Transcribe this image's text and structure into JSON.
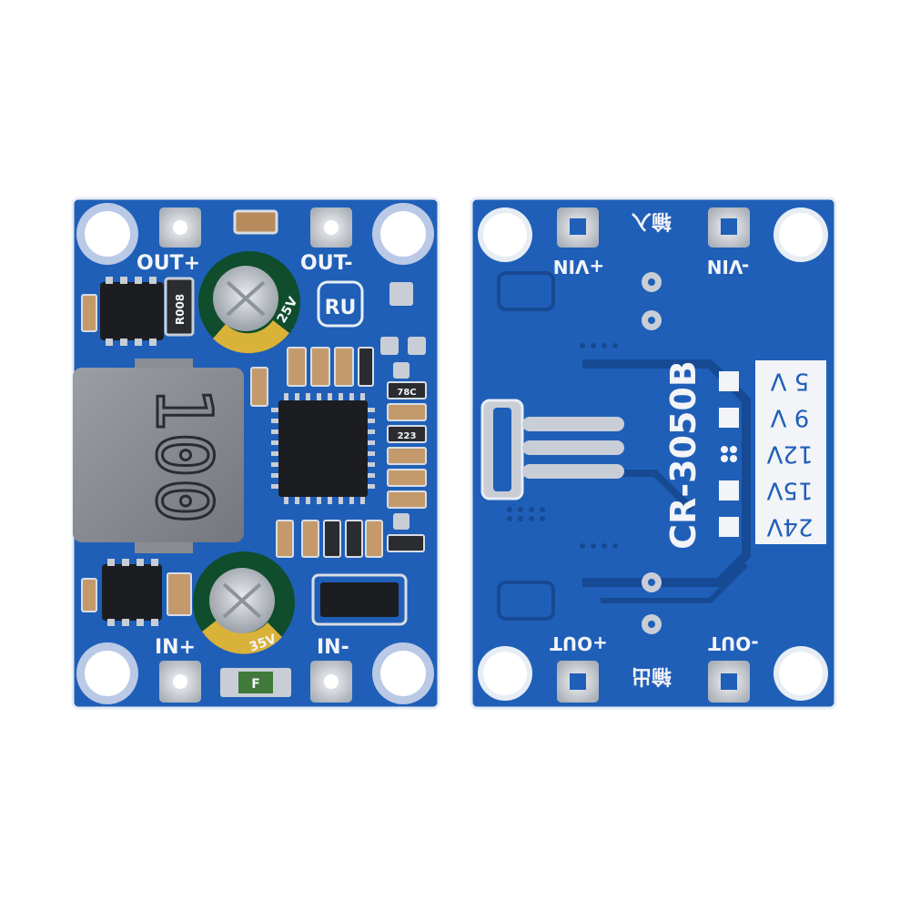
{
  "colors": {
    "background": "#ffffff",
    "pcb_blue": "#1f5fb8",
    "pcb_blue_dark": "#174a94",
    "silkscreen": "#f2f4f8",
    "tin": "#c9ced6",
    "inductor": "#8a8d93",
    "capacitor_green": "#0f4d2c",
    "capacitor_gold": "#d9b23a",
    "ic_black": "#1b1d21"
  },
  "front_board": {
    "labels": {
      "out_plus": "OUT+",
      "out_minus": "OUT-",
      "in_plus": "IN+",
      "in_minus": "IN-",
      "inductor_marking": "100",
      "resistor_r008": "R008",
      "fuse_marking": "F",
      "logo": "RU",
      "cap_top_marking": "25V",
      "cap_bottom_marking": "35V",
      "smd_78c": "78C",
      "smd_223": "223"
    }
  },
  "back_board": {
    "labels": {
      "vin_plus": "+VIN",
      "vin_minus": "-VIN",
      "out_plus": "+OUT",
      "out_minus": "-OUT",
      "input_cn": "输入",
      "output_cn": "输出",
      "model": "CR-3050B"
    },
    "voltage_options": [
      "5 V",
      "9 V",
      "12V",
      "15V",
      "24V"
    ]
  }
}
